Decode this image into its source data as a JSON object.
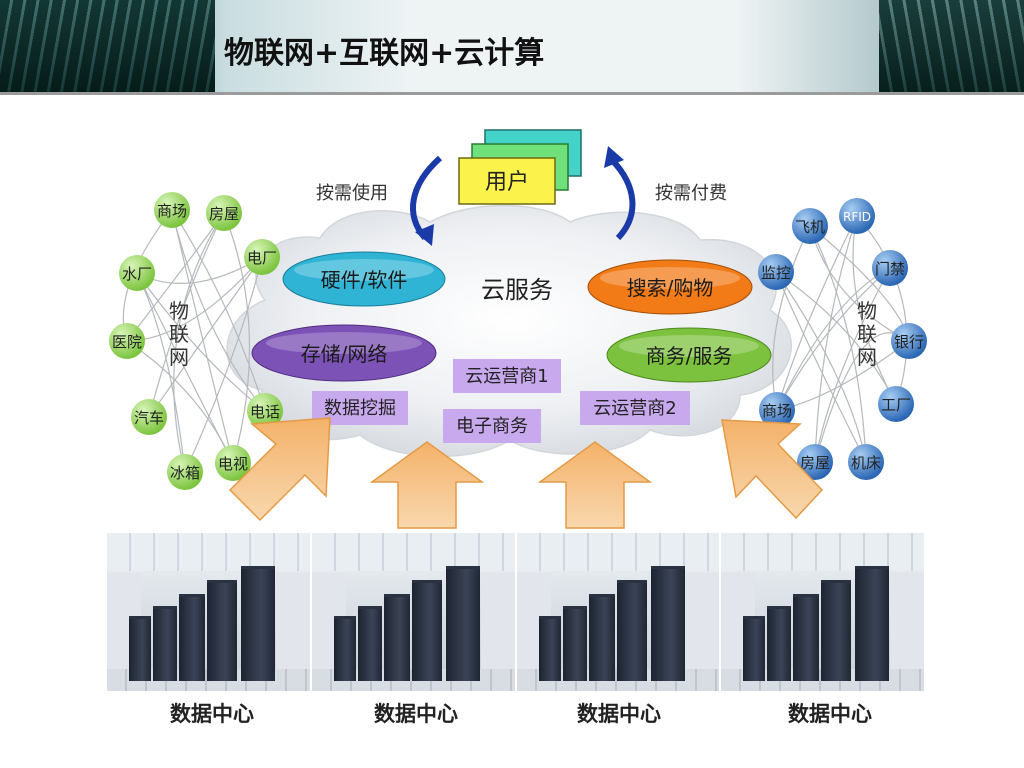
{
  "slide": {
    "title": "物联网+互联网+云计算"
  },
  "center": {
    "user_label": "用户",
    "on_demand_use": "按需使用",
    "on_demand_pay": "按需付费",
    "cloud_label": "云服务",
    "pills": [
      {
        "label": "硬件/软件",
        "color": "#2fb4d6"
      },
      {
        "label": "存储/网络",
        "color": "#7d52b6"
      },
      {
        "label": "搜索/购物",
        "color": "#f27b18"
      },
      {
        "label": "商务/服务",
        "color": "#7cc23e"
      }
    ],
    "tags": [
      "数据挖掘",
      "云运营商1",
      "电子商务",
      "云运营商2"
    ],
    "tag_color": "#c9a9ee"
  },
  "left_iot": {
    "label": "物联网",
    "color": "#8fd65a",
    "nodes": [
      "商场",
      "房屋",
      "电厂",
      "水厂",
      "医院",
      "电话",
      "汽车",
      "冰箱",
      "电视"
    ]
  },
  "right_iot": {
    "label": "物联网",
    "color": "#3a7bc8",
    "nodes": [
      "飞机",
      "RFID",
      "门禁",
      "监控",
      "银行",
      "工厂",
      "商场",
      "房屋",
      "机床"
    ]
  },
  "datacenters": {
    "labels": [
      "数据中心",
      "数据中心",
      "数据中心",
      "数据中心"
    ]
  }
}
